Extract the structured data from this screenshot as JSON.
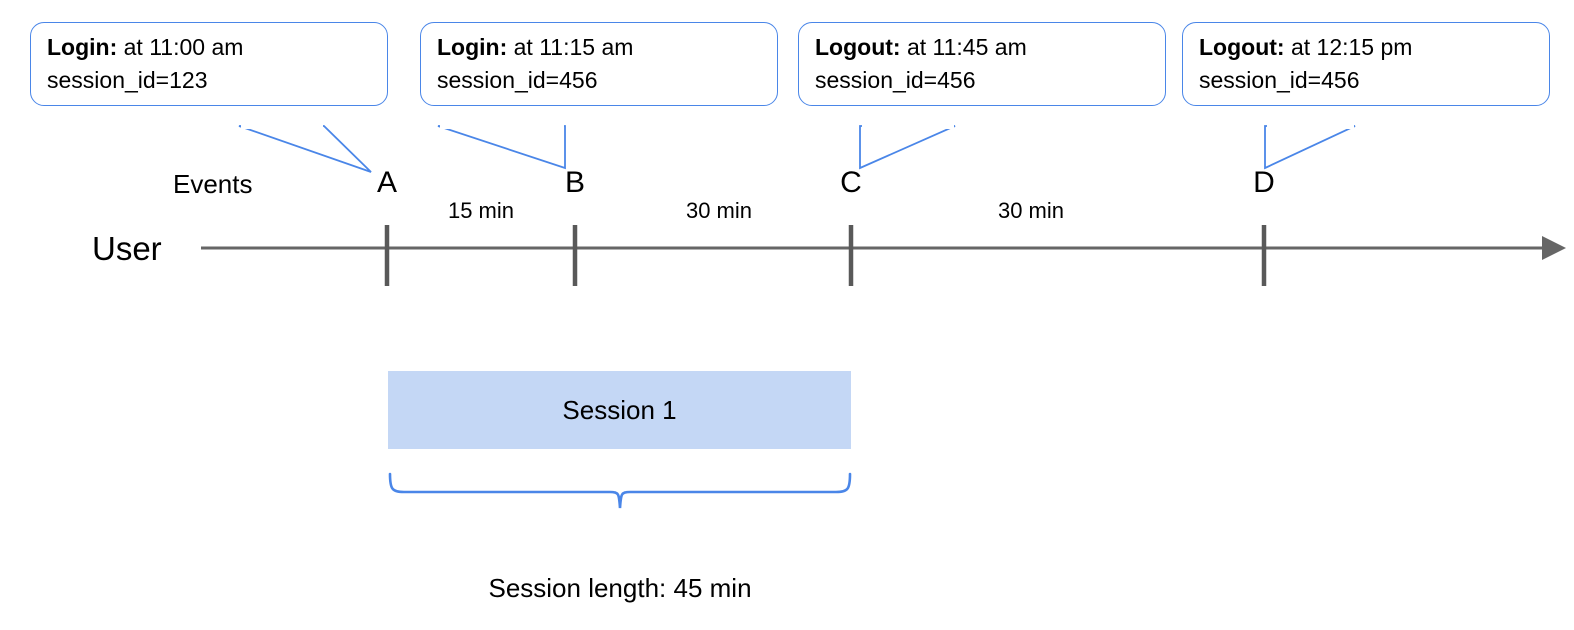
{
  "diagram": {
    "type": "timeline",
    "rows": {
      "events_label": "Events",
      "user_label": "User"
    },
    "events": [
      {
        "marker": "A",
        "callout": {
          "event": "Login:",
          "time": " at 11:00 am",
          "line2": "session_id=123"
        }
      },
      {
        "marker": "B",
        "callout": {
          "event": "Login:",
          "time": " at 11:15 am",
          "line2": "session_id=456"
        }
      },
      {
        "marker": "C",
        "callout": {
          "event": "Logout:",
          "time": " at 11:45 am",
          "line2": "session_id=456"
        }
      },
      {
        "marker": "D",
        "callout": {
          "event": "Logout:",
          "time": " at 12:15 pm",
          "line2": "session_id=456"
        }
      }
    ],
    "gaps": [
      {
        "label": "15 min",
        "from": "A",
        "to": "B"
      },
      {
        "label": "30 min",
        "from": "B",
        "to": "C"
      },
      {
        "label": "30 min",
        "from": "C",
        "to": "D"
      }
    ],
    "session": {
      "bar_label": "Session 1",
      "length_caption": "Session length: 45 min"
    },
    "colors": {
      "callout_border": "#4a86e8",
      "brace": "#4a86e8",
      "session_fill": "#c4d7f5",
      "axis": "#666666",
      "tick": "#595959",
      "text": "#000000"
    }
  }
}
